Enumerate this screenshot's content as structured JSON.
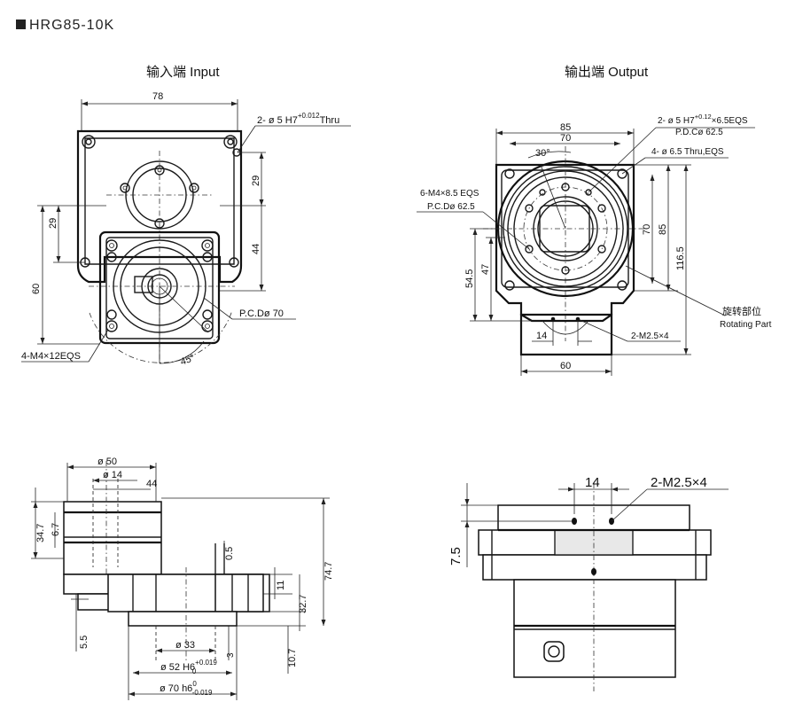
{
  "model": "HRG85-10K",
  "input_view": {
    "title": "输入端 Input",
    "dim_width": "78",
    "dim_29_right": "29",
    "dim_44": "44",
    "dim_29_left": "29",
    "dim_60": "60",
    "note_holes": "2- ø 5 H7",
    "note_holes_tol_sup": "+0.012",
    "note_holes_tol_sub": "0",
    "note_holes_suffix": "Thru",
    "note_pcd": "P.C.Dø 70",
    "note_tapped": "4-M4×12EQS",
    "angle": "45°"
  },
  "output_view": {
    "title": "输出端 Output",
    "dim_85_top": "85",
    "dim_70_top": "70",
    "angle": "30°",
    "note_holes": "2- ø 5 H7",
    "note_holes_tol_sup": "+0.12",
    "note_holes_tol_sub": "0",
    "note_holes_suffix": "×6.5EQS",
    "note_pcd_right": "P.D.Cø 62.5",
    "note_thru": "4- ø 6.5 Thru,EQS",
    "note_m4": "6-M4×8.5 EQS",
    "note_pcd_left": "P.C.Dø 62.5",
    "dim_70_v": "70",
    "dim_85_v": "85",
    "dim_116_5": "116.5",
    "dim_54_5": "54.5",
    "dim_47": "47",
    "dim_14": "14",
    "dim_60": "60",
    "note_m25": "2-M2.5×4",
    "rotating_cn": "旋转部位",
    "rotating_en": "Rotating Part"
  },
  "side_left": {
    "d50": "ø 50",
    "d14": "ø 14",
    "d44": "44",
    "d34_7": "34.7",
    "d6_7": "6.7",
    "d0_5": "0.5",
    "d74_7": "74.7",
    "d11": "11",
    "d32_7": "32.7",
    "d5_5": "5.5",
    "d33": "ø 33",
    "d3": "3",
    "d10_7": "10.7",
    "d52": "ø 52 H6",
    "d52_sup": "+0.019",
    "d52_sub": "0",
    "d70": "ø 70 h6",
    "d70_sup": "0",
    "d70_sub": "-0.019"
  },
  "side_right": {
    "d14": "14",
    "note_m25": "2-M2.5×4",
    "d7_5": "7.5"
  }
}
